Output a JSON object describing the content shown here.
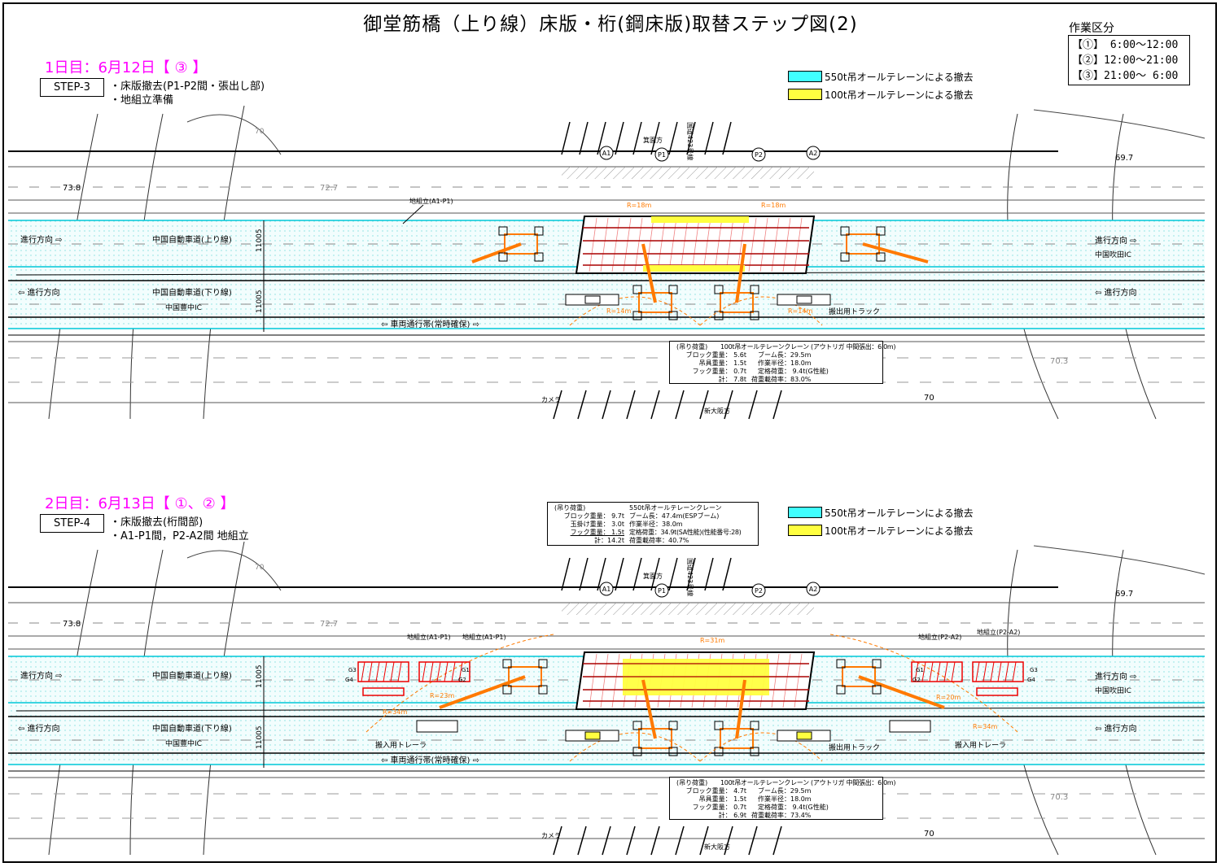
{
  "title": "御堂筋橋（上り線）床版・桁(鋼床版)取替ステップ図(2)",
  "work_split": {
    "label": "作業区分",
    "rows": [
      "【①】 6:00～12:00",
      "【②】12:00～21:00",
      "【③】21:00～ 6:00"
    ]
  },
  "legend": {
    "cyan_color": "#40ffff",
    "yellow_color": "#ffff40",
    "cyan_label": "550t吊オールテレーンによる撤去",
    "yellow_label": "100t吊オールテレーンによる撤去"
  },
  "map_labels": {
    "up_direction": "進行方向 ⇨",
    "up_road": "中国自動車道(上り線)",
    "down_direction": "⇦ 進行方向",
    "down_road": "中国自動車道(下り線)",
    "suita": "中国吹田IC",
    "toyonaka": "中国豊中IC",
    "lane": "⇦ 車両通行帯(常時確保) ⇨",
    "width_dim": "11005",
    "minoh": "箕面方",
    "shin_osaka": "新大阪方",
    "route": "国道423号線",
    "a1": "A1",
    "p1": "P1",
    "p2": "P2",
    "a2": "A2",
    "elev1": "73.8",
    "elev2": "72.7",
    "elev3": "69.7",
    "elev4": "70.3",
    "elev5": "70",
    "elev6": "70",
    "truck_out": "搬出用トラック",
    "camera": "カメラ"
  },
  "panels": [
    {
      "day": "1日目：6月12日【 ③ 】",
      "step": "STEP-3",
      "bullets": [
        "・床版撤去(P1-P2間・張出し部)",
        "・地組立準備"
      ],
      "ground_assembly": "地組立(A1-P1)",
      "radius_labels": [
        "R=18m",
        "R=18m",
        "R=14m",
        "R=14m"
      ],
      "crane_box": {
        "header_left": "(吊り荷重)",
        "header_right": "100t吊オールテレーンクレーン (アウトリガ 中間張出：6.0m)",
        "left": [
          "ブロック重量： 5.6t",
          "吊具重量： 1.5t",
          "フック重量： 0.7t",
          "計： 7.8t"
        ],
        "right": [
          "ブーム長：29.5m",
          "作業半径：18.0m",
          "定格荷重： 9.4t(G性能)",
          "荷重載荷率：83.0%"
        ]
      }
    },
    {
      "day": "2日目：6月13日【 ①、② 】",
      "step": "STEP-4",
      "bullets": [
        "・床版撤去(桁間部)",
        "・A1-P1間，P2-A2間 地組立"
      ],
      "ground_assembly": [
        "地組立(A1-P1)",
        "地組立(A1-P1)",
        "地組立(P2-A2)",
        "地組立(P2-A2)"
      ],
      "trailer_in": "搬入用トレーラ",
      "girders": [
        "G3",
        "G4",
        "G1",
        "G2",
        "G1",
        "G2",
        "G3",
        "G4"
      ],
      "radius_labels": [
        "R=31m",
        "R=23m",
        "R=34m",
        "R=20m",
        "R=34m"
      ],
      "crane_box_550": {
        "header_left": "(吊り荷重)",
        "header_right": "550t吊オールテレーンクレーン",
        "left": [
          "ブロック重量： 9.7t",
          "玉掛け重量： 3.0t",
          "フック重量： 1.5t",
          "計：14.2t"
        ],
        "right": [
          "ブーム長：47.4m(ESPブーム)",
          "作業半径：38.0m",
          "定格荷重：34.9t(SA性能)(性能番号:28)",
          "荷重載荷率：40.7%"
        ]
      },
      "crane_box": {
        "header_left": "(吊り荷重)",
        "header_right": "100t吊オールテレーンクレーン (アウトリガ 中間張出：6.0m)",
        "left": [
          "ブロック重量： 4.7t",
          "吊具重量： 1.5t",
          "フック重量： 0.7t",
          "計： 6.9t"
        ],
        "right": [
          "ブーム長：29.5m",
          "作業半径：18.0m",
          "定格荷重： 9.4t(G性能)",
          "荷重載荷率：73.4%"
        ]
      }
    }
  ]
}
